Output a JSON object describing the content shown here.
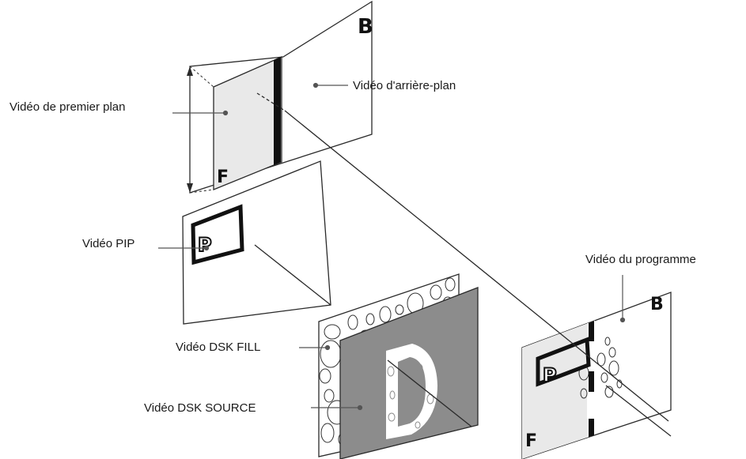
{
  "labels": {
    "foreground": "Vidéo de premier plan",
    "background": "Vidéo d'arrière-plan",
    "pip": "Vidéo PIP",
    "program": "Vidéo du programme",
    "dsk_fill": "Vidéo DSK FILL",
    "dsk_source": "Vidéo DSK SOURCE"
  },
  "letters": {
    "background": "B",
    "foreground": "F",
    "pip": "P",
    "dsk": "D",
    "program_b": "B",
    "program_f": "F",
    "program_p": "P"
  },
  "colors": {
    "line": "#2a2a2a",
    "foreground_fill": "#e9e9e9",
    "dsk_source_fill": "#8c8c8c",
    "bar": "#111111"
  }
}
